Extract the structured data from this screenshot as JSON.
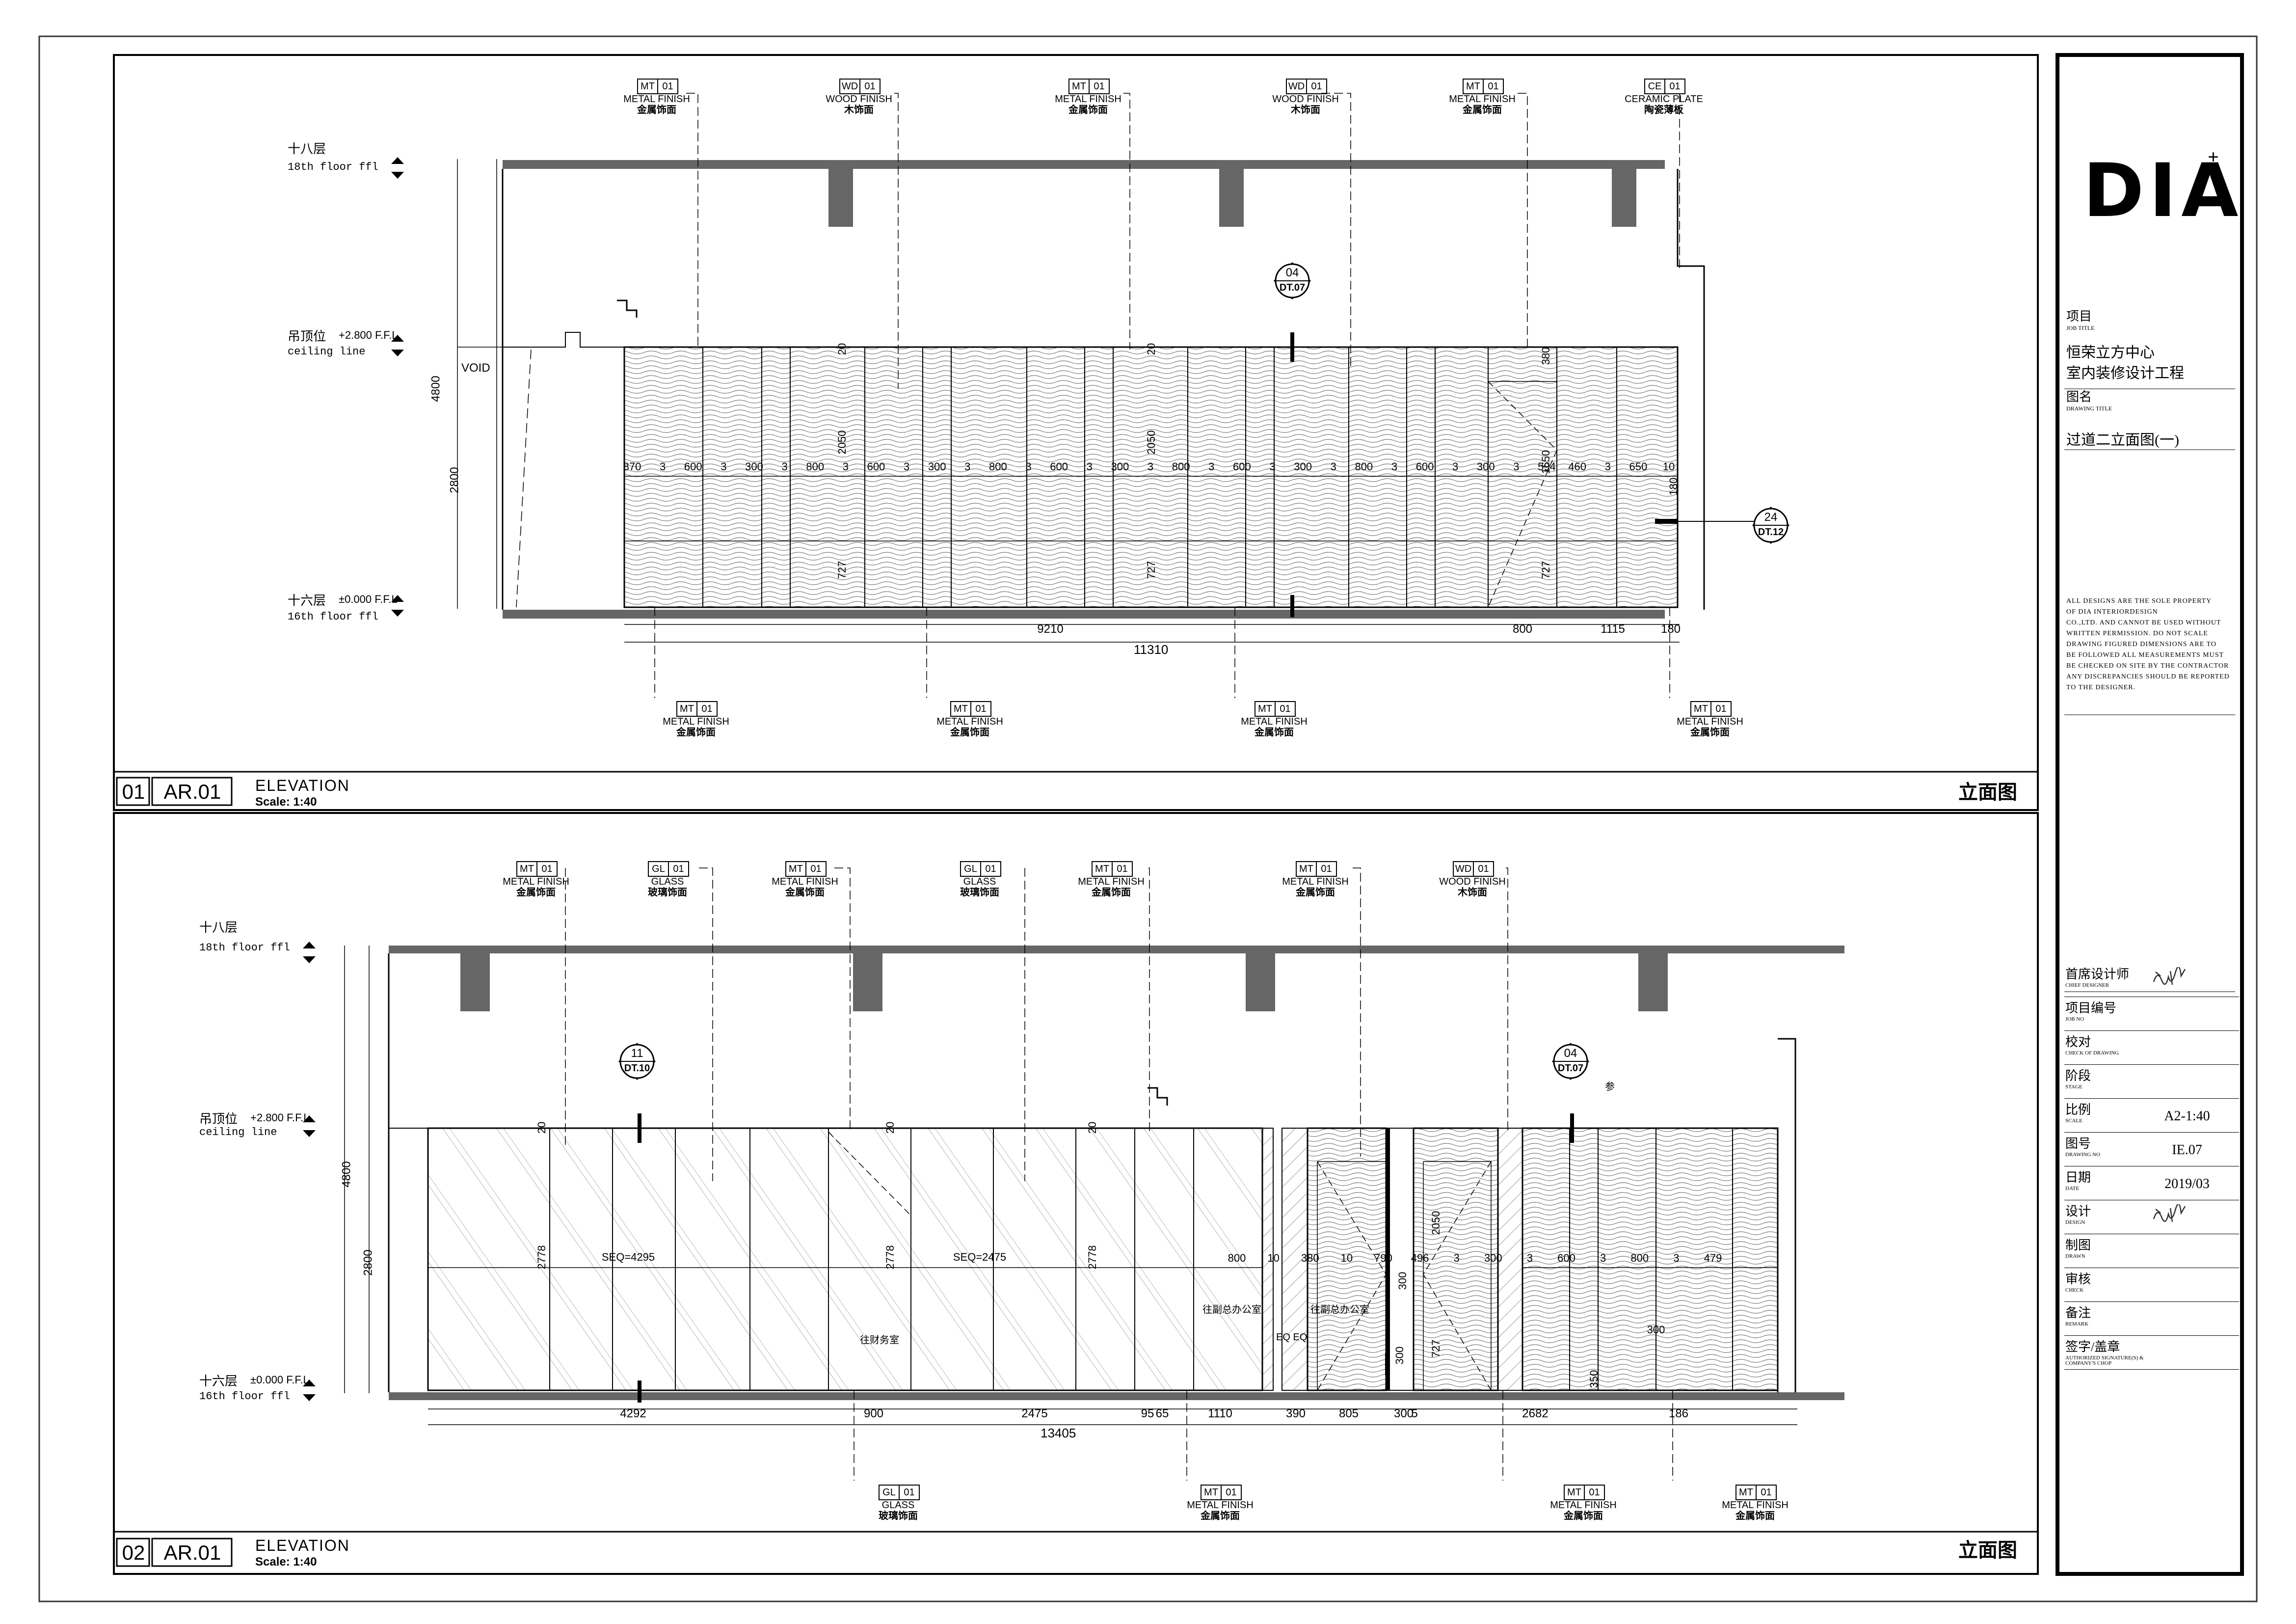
{
  "title_block": {
    "logo": "DIA",
    "logo_sup": "+",
    "job_title_label_cn": "项目",
    "job_title_label_en": "JOB TITLE",
    "job_title_line1": "恒荣立方中心",
    "job_title_line2": "室内装修设计工程",
    "drawing_title_label_cn": "图名",
    "drawing_title_label_en": "DRAWING TITLE",
    "drawing_title": "过道二立面图(一)",
    "copyright_lines": [
      "ALL DESIGNS ARE THE SOLE PROPERTY",
      "OF DIA INTERIORDESIGN",
      "CO.,LTD. AND CANNOT BE USED WITHOUT",
      "WRITTEN PERMISSION. DO NOT SCALE",
      "DRAWING FIGURED DIMENSIONS ARE TO",
      "BE FOLLOWED ALL MEASUREMENTS MUST",
      "BE CHECKED ON SITE BY THE CONTRACTOR",
      "ANY DISCREPANCIES SHOULD BE REPORTED",
      "TO THE DESIGNER."
    ],
    "rows": [
      {
        "cn": "首席设计师",
        "en": "CHIEF DESIGNER",
        "value": "",
        "sig": true
      },
      {
        "cn": "项目编号",
        "en": "JOB NO",
        "value": "",
        "sig": false
      },
      {
        "cn": "校对",
        "en": "CHECK OF DRAWING",
        "value": "",
        "sig": false
      },
      {
        "cn": "阶段",
        "en": "STAGE",
        "value": "",
        "sig": false
      },
      {
        "cn": "比例",
        "en": "SCALE",
        "value": "A2-1:40",
        "sig": false
      },
      {
        "cn": "图号",
        "en": "DRAWING NO",
        "value": "IE.07",
        "sig": false
      },
      {
        "cn": "日期",
        "en": "DATE",
        "value": "2019/03",
        "sig": false
      },
      {
        "cn": "设计",
        "en": "DESIGN",
        "value": "",
        "sig": true
      },
      {
        "cn": "制图",
        "en": "DRAWN",
        "value": "",
        "sig": false
      },
      {
        "cn": "审核",
        "en": "CHECK",
        "value": "",
        "sig": false
      },
      {
        "cn": "备注",
        "en": "REMARK",
        "value": "",
        "sig": false
      },
      {
        "cn": "签字/盖章",
        "en": "AUTHORIZED SIGNATURE(S) & COMPANY'S CHOP",
        "value": "",
        "sig": false
      }
    ]
  },
  "elevation1": {
    "num": "01",
    "ref": "AR.01",
    "title": "ELEVATION",
    "scale": "Scale: 1:40",
    "title_cn": "立面图",
    "level_top_cn": "十八层",
    "level_top_en": "18th floor ffl",
    "ceiling_cn": "吊顶位",
    "ceiling_val": "+2.800 F.F.L",
    "ceiling_en": "ceiling line",
    "level_bot_cn": "十六层",
    "level_bot_val": "±0.000 F.F.L",
    "level_bot_en": "16th floor ffl",
    "void": "VOID",
    "height_total": "4800",
    "height_ceiling": "2800",
    "top_tags": [
      {
        "code": "MT",
        "num": "01",
        "en": "METAL FINISH",
        "cn": "金属饰面"
      },
      {
        "code": "WD",
        "num": "01",
        "en": "WOOD FINISH",
        "cn": "木饰面"
      },
      {
        "code": "MT",
        "num": "01",
        "en": "METAL FINISH",
        "cn": "金属饰面"
      },
      {
        "code": "WD",
        "num": "01",
        "en": "WOOD FINISH",
        "cn": "木饰面"
      },
      {
        "code": "MT",
        "num": "01",
        "en": "METAL FINISH",
        "cn": "金属饰面"
      },
      {
        "code": "CE",
        "num": "01",
        "en": "CERAMIC PLATE",
        "cn": "陶瓷薄板"
      }
    ],
    "bottom_tags": [
      {
        "code": "MT",
        "num": "01",
        "en": "METAL FINISH",
        "cn": "金属饰面"
      },
      {
        "code": "MT",
        "num": "01",
        "en": "METAL FINISH",
        "cn": "金属饰面"
      },
      {
        "code": "MT",
        "num": "01",
        "en": "METAL FINISH",
        "cn": "金属饰面"
      },
      {
        "code": "MT",
        "num": "01",
        "en": "METAL FINISH",
        "cn": "金属饰面"
      }
    ],
    "section_marks": [
      {
        "num": "04",
        "ref": "DT.07"
      },
      {
        "num": "24",
        "ref": "DT.12"
      }
    ],
    "panel_dims": [
      "870",
      "3",
      "600",
      "3",
      "300",
      "3",
      "800",
      "3",
      "600",
      "3",
      "300",
      "3",
      "800",
      "3",
      "600",
      "3",
      "300",
      "3",
      "800",
      "3",
      "600",
      "3",
      "300",
      "3",
      "800",
      "3",
      "600",
      "3",
      "300",
      "3",
      "594",
      "460",
      "3",
      "650",
      "10"
    ],
    "vertical_dims": [
      "20",
      "2050",
      "727",
      "20",
      "2050",
      "727",
      "380",
      "1650",
      "727",
      "180"
    ],
    "bottom_dims": [
      "9210",
      "800",
      "1115",
      "180"
    ],
    "overall_dim": "11310"
  },
  "elevation2": {
    "num": "02",
    "ref": "AR.01",
    "title": "ELEVATION",
    "scale": "Scale: 1:40",
    "title_cn": "立面图",
    "level_top_cn": "十八层",
    "level_top_en": "18th floor ffl",
    "ceiling_cn": "吊顶位",
    "ceiling_val": "+2.800 F.F.L",
    "ceiling_en": "ceiling line",
    "level_bot_cn": "十六层",
    "level_bot_val": "±0.000 F.F.L",
    "level_bot_en": "16th floor ffl",
    "height_total": "4800",
    "height_ceiling": "2800",
    "top_tags": [
      {
        "code": "MT",
        "num": "01",
        "en": "METAL FINISH",
        "cn": "金属饰面"
      },
      {
        "code": "GL",
        "num": "01",
        "en": "GLASS",
        "cn": "玻璃饰面"
      },
      {
        "code": "MT",
        "num": "01",
        "en": "METAL FINISH",
        "cn": "金属饰面"
      },
      {
        "code": "GL",
        "num": "01",
        "en": "GLASS",
        "cn": "玻璃饰面"
      },
      {
        "code": "MT",
        "num": "01",
        "en": "METAL FINISH",
        "cn": "金属饰面"
      },
      {
        "code": "MT",
        "num": "01",
        "en": "METAL FINISH",
        "cn": "金属饰面"
      },
      {
        "code": "WD",
        "num": "01",
        "en": "WOOD FINISH",
        "cn": "木饰面"
      }
    ],
    "bottom_tags": [
      {
        "code": "GL",
        "num": "01",
        "en": "GLASS",
        "cn": "玻璃饰面"
      },
      {
        "code": "MT",
        "num": "01",
        "en": "METAL FINISH",
        "cn": "金属饰面"
      },
      {
        "code": "MT",
        "num": "01",
        "en": "METAL FINISH",
        "cn": "金属饰面"
      },
      {
        "code": "MT",
        "num": "01",
        "en": "METAL FINISH",
        "cn": "金属饰面"
      }
    ],
    "section_marks": [
      {
        "num": "11",
        "ref": "DT.10"
      },
      {
        "num": "04",
        "ref": "DT.07"
      }
    ],
    "text_marks": [
      "SEQ=4295",
      "SEQ=2475",
      "2778",
      "2778",
      "2778",
      "20",
      "20",
      "20",
      "2050",
      "727",
      "300",
      "300",
      "300",
      "350"
    ],
    "panel_dims": [
      "800",
      "10",
      "380",
      "10",
      "790",
      "496",
      "3",
      "300",
      "3",
      "600",
      "3",
      "800",
      "3",
      "479"
    ],
    "room_labels": [
      "往财务室",
      "往副总办公室",
      "往副总办公室"
    ],
    "eq_label": "EQ EQ",
    "ref_small": "参",
    "bottom_dims": [
      "4292",
      "900",
      "2475",
      "95",
      "65",
      "1110",
      "390",
      "805",
      "300",
      "5",
      "2682",
      "186"
    ],
    "overall_dim": "13405"
  }
}
